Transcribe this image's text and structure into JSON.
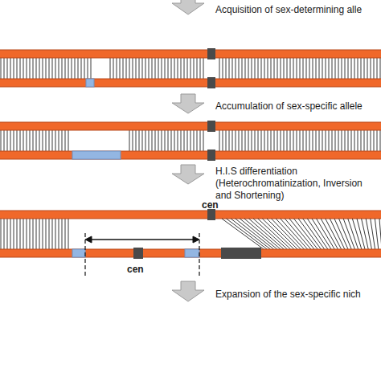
{
  "diagram": {
    "labels": [
      "Acquisition of sex-determining alle",
      "Accumulation of sex-specific allele",
      "H.I.S differentiation",
      "(Heterochromatinization, Inversion",
      "and Shortening)",
      "cen",
      "cen",
      "Expansion of the sex-specific nich"
    ]
  }
}
